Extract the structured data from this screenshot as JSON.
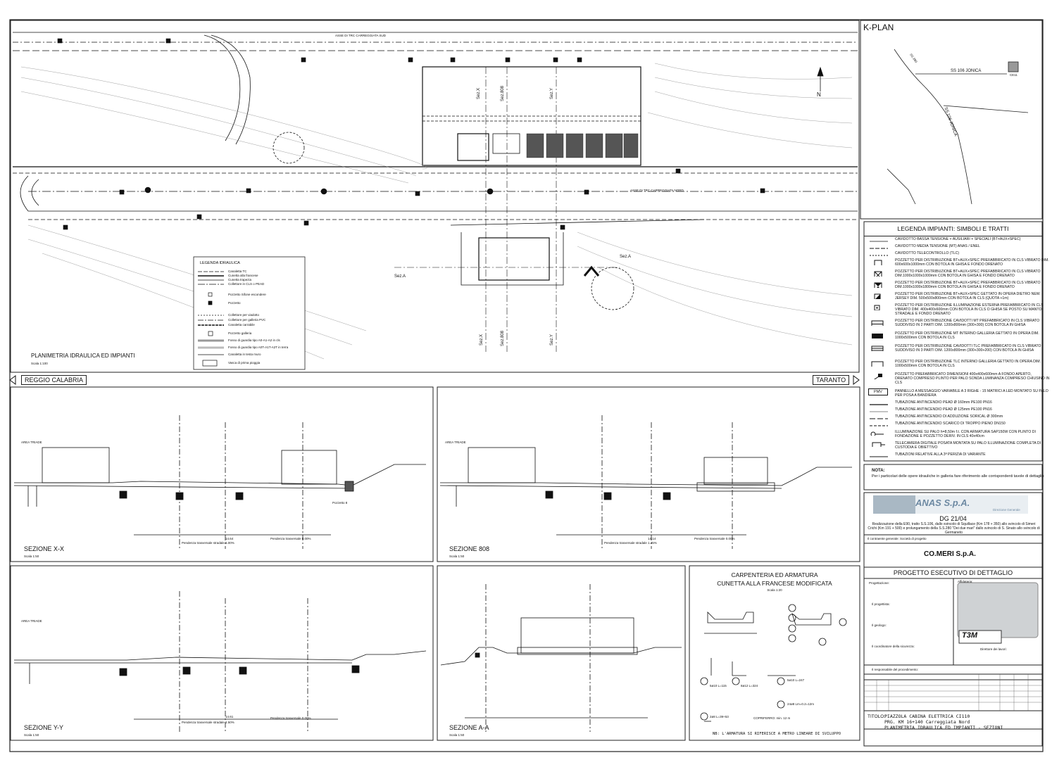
{
  "kplan": {
    "title": "K-PLAN",
    "road_label": "SS 106 JONICA",
    "road_label2": "SS 106 JONICA",
    "site_label": "CE11",
    "north": "N",
    "road_small": "SS 280"
  },
  "plan": {
    "title": "PLANIMETRIA IDRAULICA ED IMPIANTI",
    "scale": "Scala 1:100",
    "left_dir": "REGGIO CALABRIA",
    "right_dir": "TARANTO",
    "axis_top": "ASSE DI TRC CARREGGIATA SUD",
    "axis_bottom": "ASSE DI TRC CARREGGIATA NORD",
    "sez_a": "Sez.A",
    "sez_x": "Sez.X",
    "sez_808": "Sez.808",
    "sez_y": "Sez.Y",
    "north": "N"
  },
  "legend_idraulica": {
    "title": "LEGENDA IDRAULICA",
    "items": [
      "Canaletta TC",
      "Cunetta alla francese",
      "Cunetta trapezia",
      "Collettore in CLS o PEAD",
      "Pozzetto Sifone escondere",
      "Pozzetto",
      "Collettore per viadotto",
      "Collettore per galleria PVC",
      "Canaletta carrabile",
      "Pozzetto galleria",
      "Fosso di guardia tipo A0-A1-A2 in cls",
      "Fosso di guardia tipo A0T-A1T-A2T in terra",
      "Canaletta in testa muro",
      "Vasca di prima pioggia"
    ]
  },
  "legenda_impianti": {
    "title": "LEGENDA IMPIANTI: SIMBOLI E TRATTI",
    "items": [
      "CAVIDOTTO BASSA TENSIONE + AUSILIARI + SPECIALI (BT+AUX+SPEC)",
      "CAVIDOTTO MEDIA TENSIONE (MT) ANAS / ENEL",
      "CAVIDOTTO TELECONTROLLO (TLC)",
      "POZZETTO PER DISTRIBUZIONE BT+AUX+SPEC PREFABBRICATO IN CLS VIBRATO DIM. 600x600x1000mm CON BOTOLA IN GHISA E FONDO DRENATO",
      "POZZETTO PER DISTRIBUZIONE BT+AUX+SPEC PREFABBRICATO IN CLS VIBRATO DIM.1000x1000x1000mm CON BOTOLA IN GHISA E FONDO DRENATO",
      "POZZETTO PER DISTRIBUZIONE BT+AUX+SPEC PREFABBRICATO IN CLS VIBRATO DIM.1000x1000x1800mm CON BOTOLA IN GHISA E FONDO DRENATO",
      "POZZETTO PER DISTRIBUZIONE BT+AUX+SPEC GETTATO IN OPERA DIETRO NEW JERSEY DIM. 500x500x800mm CON BOTOLA IN CLS (QUOTA +1m)",
      "POZZETTO PER DISTRIBUZIONE ILLUMINAZIONE ESTERNA PREFABBRICATO IN CLS VIBRATO DIM. 400x400x600mm CON BOTOLA IN CLS O GHISA SE POSTO SU MANTO STRADALE E FONDO DRENATO",
      "POZZETTO PER DISTRIBUZIONE CAVIDOTTI MT PREFABBRICATO IN CLS VIBRATO SUDDIVISO IN 2 PARTI DIM. 1200x800mm (300+300) CON BOTOLA IN GHISA",
      "POZZETTO PER DISTRIBUZIONE MT INTERNO GALLERIA GETTATO IN OPERA DIM. 1000x500mm CON BOTOLA IN CLS",
      "POZZETTO PER DISTRIBUZIONE CAVIDOTTI TLC PREFABBRICATO IN CLS VIBRATO SUDDIVISO IN 3 PARTI DIM. 1200x800mm (300+300+200) CON BOTOLA IN GHISA",
      "POZZETTO PER DISTRIBUZIONE TLC INTERNO GALLERIA GETTATO IN OPERA DIM. 1000x500mm CON BOTOLA IN CLS",
      "POZZETTO PREFABBRICATO DIMENSIONI 400x400x600mm A FONDO APERTO, DRENATO COMPRESO PLINTO PER PALO SONDA LUMINANZA COMPRESO CHIUSINO IN CLS",
      "PANNELLO A MESSAGGIO VARIABILE A 3 RIGHE - 15 MATRICI A LED MONTATO SU PALO PER POSA A BANDIERA",
      "TUBAZIONE ANTINCENDIO PEAD Ø 160mm PE100 PN16",
      "TUBAZIONE ANTINCENDIO PEAD Ø 125mm PE100 PN16",
      "TUBAZIONE ANTINCENDIO DI ADDUZIONE SORICAL Ø 300mm",
      "TUBAZIONE ANTINCENDIO SCARICO DI TROPPO PIENO DN150",
      "ILLUMINAZIONE SU PALO h=8,50m f.t. CON ARMATURA SAP150W CON PLINTO DI FONDAZIONE E POZZETTO DERIV. IN CLS 40x40cm",
      "TELECAMERA DIGITALE POSATA MONTATA SU PALO ILLUMINAZIONE COMPLETA DI CUSTODIA E OBIETTIVO",
      "TUBAZIONI RELATIVE ALLA 3ª PERIZIA DI VARIANTE"
    ],
    "pmv_label": "PMV"
  },
  "note": {
    "title": "NOTA:",
    "text": "Per i particolari delle opere idrauliche in galleria fare riferimento alle corrispondenti tavole di dettaglio"
  },
  "titleblock": {
    "logo": "ANAS S.p.A.",
    "logo_sub": "Direzione Generale",
    "code": "DG 21/04",
    "description": "Realizzazione della E90, tratto S.S.106, dallo svincolo di Squillace (Km 178 + 350) allo svincolo di Simeri Crichi (Km 191 + 500) e prolungamento della S.S.280 \"Dei due mari\" dallo svincolo di S. Sinato allo svincolo di Germaneto",
    "contractor_label": "Il contraente generale: Società di progetto",
    "contractor": "CO.MERI S.p.A.",
    "project": "PROGETTO ESECUTIVO DI DETTAGLIO",
    "designer": "Progettazione:",
    "assignee": "Affidataria:",
    "progettista": "Il progettista:",
    "geologo": "Il geologo:",
    "coordinatore": "Il coordinatore della sicurezza:",
    "direttore": "Direttore dei lavori:",
    "responsabile": "Il responsabile del procedimento:",
    "t3m": "T3M",
    "title_label": "TITOLO:",
    "title1": "PIAZZOLA CABINA ELETTRICA CI110",
    "title2": "PRG. KM 16+140 Carreggiata Nord",
    "title3": "PLANIMETRIA IDRAULICA ED IMPIANTI - SEZIONI"
  },
  "sections": [
    {
      "title": "SEZIONE X-X",
      "scale": "Scala 1:50",
      "width": "14.64",
      "slope": "Pendenza trasversale stradale 5.00%",
      "slope2": "Pendenza trasversale 0.00%",
      "area": "AREA TRIADE",
      "pozzetto": "Pozzetto 8"
    },
    {
      "title": "SEZIONE 808",
      "scale": "Scala 1:50",
      "width": "14.14",
      "slope": "Pendenza trasversale stradale 1.45%",
      "slope2": "Pendenza trasversale 0.00%",
      "area": "AREA TRIADE"
    },
    {
      "title": "SEZIONE Y-Y",
      "scale": "Scala 1:50",
      "width": "14.61",
      "slope": "Pendenza trasversale stradale 2.50%",
      "slope2": "Pendenza trasversale 0.00%",
      "area": "AREA TRIADE"
    },
    {
      "title": "SEZIONE A-A",
      "scale": "Scala 1:50",
      "width": "",
      "slope": "",
      "slope2": "",
      "area": ""
    }
  ],
  "carpenteria": {
    "title1": "CARPENTERIA ED ARMATURA",
    "title2": "CUNETTA ALLA FRANCESE MODIFICATA",
    "scale": "Scala 1:20",
    "note": "NB: L'ARMATURA SI RIFERISCE A METRO LINEARE DI SVILUPPO",
    "bars": [
      "5ø10 L=115",
      "8ø12 L=324",
      "5ø10 L=247",
      "24ø8 Lm=0.2=12m",
      "2ø8 L=39+53"
    ],
    "copriferro": "COPRIFERRO: min. 12 m"
  },
  "colors": {
    "ink": "#111111",
    "grey": "#777777",
    "hatch": "#444444",
    "anas": "#6e8aa3"
  }
}
